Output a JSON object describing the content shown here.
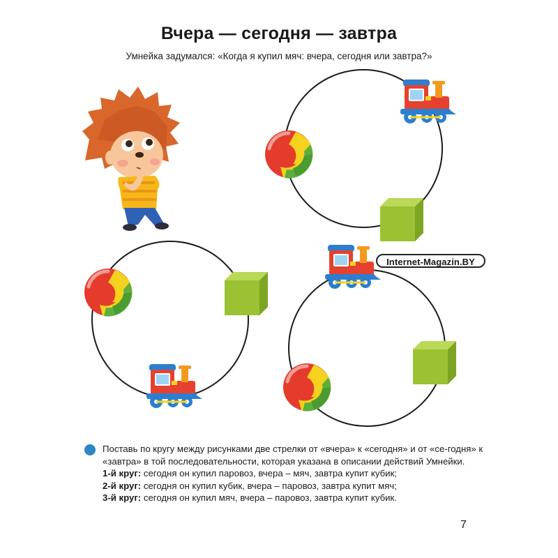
{
  "title": "Вчера — сегодня — завтра",
  "subtitle": "Умнейка задумался: «Когда я купил мяч: вчера, сегодня или завтра?»",
  "watermark": "Internet-Magazin.BY",
  "task": {
    "instruction": "Поставь по кругу между рисунками две стрелки от «вчера» к «сегодня» и от «се-годня» к «завтра» в той последовательности, которая указана в описании действий Умнейки.",
    "rows": [
      {
        "label": "1-й круг:",
        "text": " сегодня он купил паровоз, вчера – мяч, завтра купит кубик;"
      },
      {
        "label": "2-й круг:",
        "text": " сегодня он купил кубик, вчера – паровоз, завтра купит мяч;"
      },
      {
        "label": "3-й круг:",
        "text": " сегодня он купил мяч, вчера – паровоз, завтра купит кубик."
      }
    ]
  },
  "page_number": "7",
  "icons": {
    "character": "hedgehog-boy-thinking-icon",
    "ball": "ball-icon",
    "cube": "cube-icon",
    "train": "toy-train-icon"
  },
  "colors": {
    "bullet": "#2b86c5",
    "cube": "#9ac232",
    "ball_red": "#e53b2c",
    "ball_yellow": "#f4d21e",
    "ball_green": "#5caf3c",
    "train_red": "#e6412e",
    "train_blue": "#2c7fcf"
  }
}
